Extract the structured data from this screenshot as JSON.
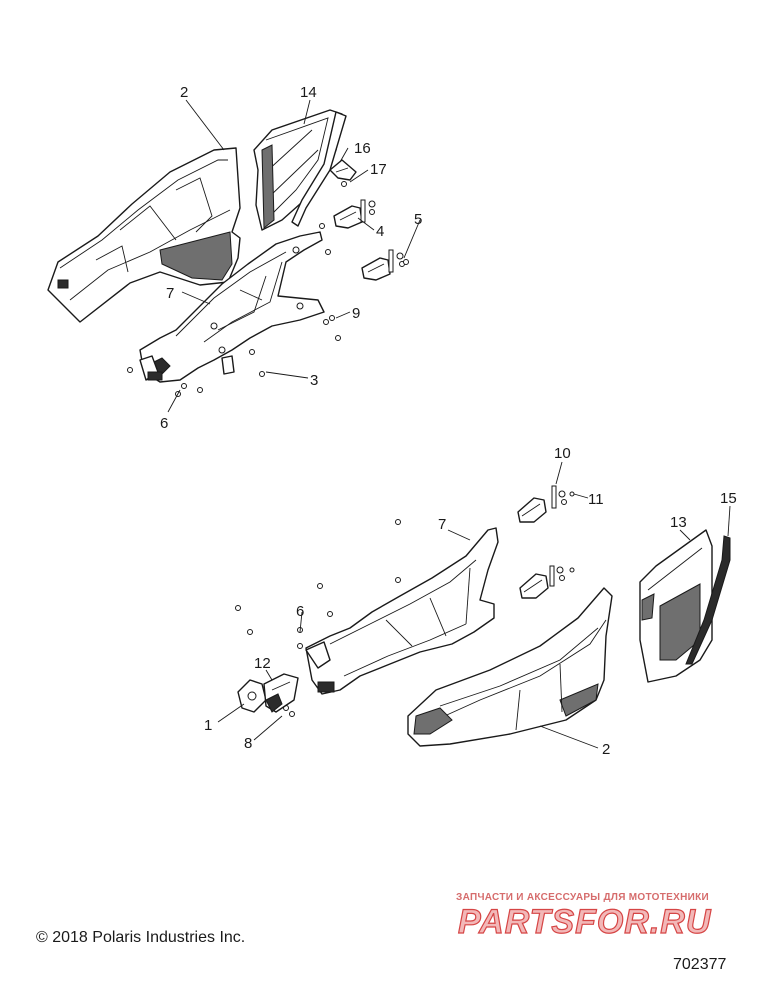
{
  "figure": {
    "callouts": {
      "c1": "1",
      "c2a": "2",
      "c2b": "2",
      "c3": "3",
      "c4": "4",
      "c5": "5",
      "c6a": "6",
      "c6b": "6",
      "c7a": "7",
      "c7b": "7",
      "c8": "8",
      "c9": "9",
      "c10": "10",
      "c11": "11",
      "c12": "12",
      "c13": "13",
      "c14": "14",
      "c15": "15",
      "c16": "16",
      "c17": "17"
    }
  },
  "footer": {
    "copyright": "© 2018 Polaris Industries Inc.",
    "diagram_number": "702377"
  },
  "watermark": {
    "tagline": "ЗАПЧАСТИ И АКСЕССУАРЫ ДЛЯ МОТОТЕХНИКИ",
    "brand": "PARTSFOR.RU",
    "color": "#d64545"
  }
}
